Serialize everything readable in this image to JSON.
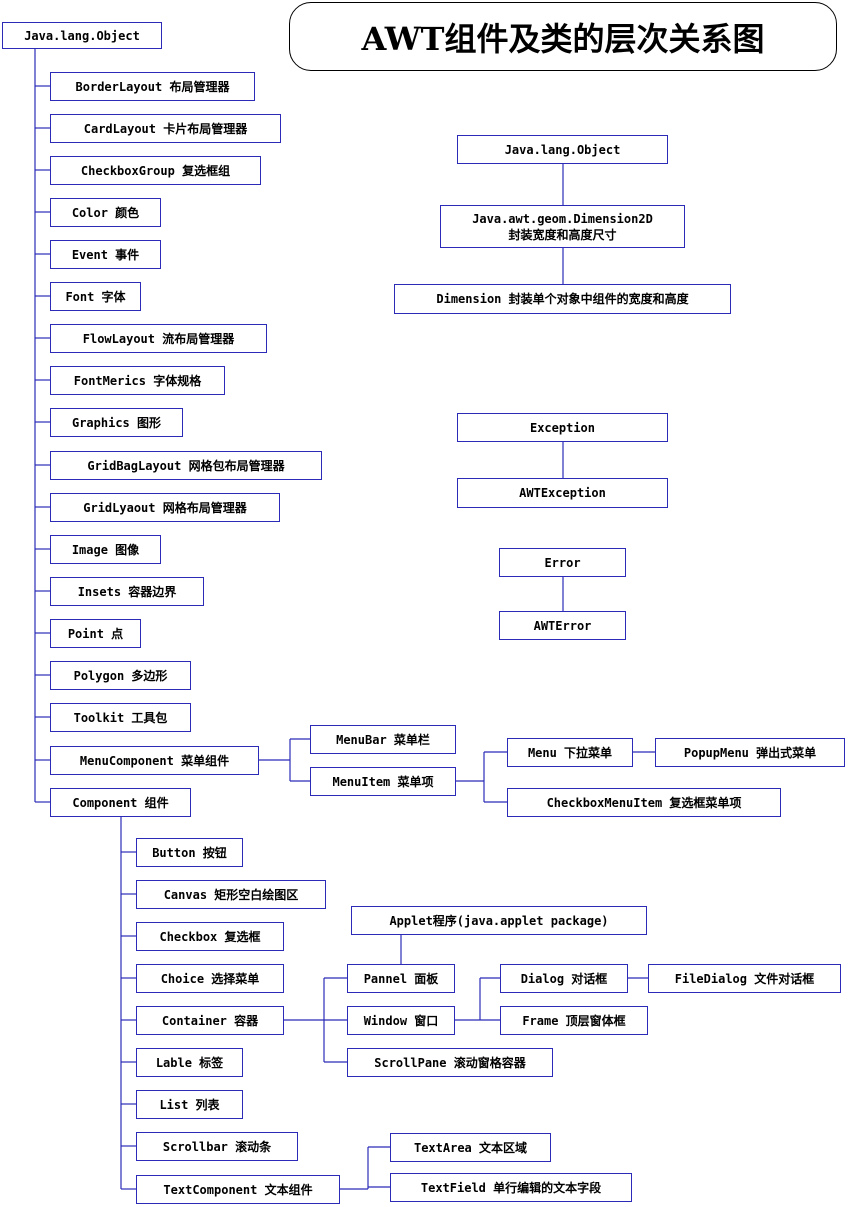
{
  "title": "AWT组件及类的层次关系图",
  "colors": {
    "box_border": "#2b2bb8",
    "wire": "#2b2bb8",
    "title_border": "#000000"
  },
  "nodes": {
    "root": "Java.lang.Object",
    "borderlayout": "BorderLayout 布局管理器",
    "cardlayout": "CardLayout 卡片布局管理器",
    "checkboxgroup": "CheckboxGroup 复选框组",
    "color": "Color 颜色",
    "event": "Event 事件",
    "font": "Font 字体",
    "flowlayout": "FlowLayout 流布局管理器",
    "fontmerics": "FontMerics 字体规格",
    "graphics": "Graphics 图形",
    "gridbaglayout": "GridBagLayout 网格包布局管理器",
    "gridlyaout": "GridLyaout 网格布局管理器",
    "image": "Image 图像",
    "insets": "Insets 容器边界",
    "point": "Point 点",
    "polygon": "Polygon 多边形",
    "toolkit": "Toolkit 工具包",
    "menucomponent": "MenuComponent 菜单组件",
    "component": "Component 组件",
    "menubar": "MenuBar 菜单栏",
    "menuitem": "MenuItem 菜单项",
    "menu": "Menu 下拉菜单",
    "popupmenu": "PopupMenu 弹出式菜单",
    "checkboxmenuitem": "CheckboxMenuItem 复选框菜单项",
    "button": "Button 按钮",
    "canvas": "Canvas 矩形空白绘图区",
    "checkbox": "Checkbox 复选框",
    "choice": "Choice 选择菜单",
    "container": "Container 容器",
    "lable": "Lable 标签",
    "list": "List 列表",
    "scrollbar": "Scrollbar 滚动条",
    "textcomponent": "TextComponent 文本组件",
    "applet": "Applet程序(java.applet package)",
    "pannel": "Pannel 面板",
    "window": "Window 窗口",
    "scrollpane": "ScrollPane 滚动窗格容器",
    "dialog": "Dialog 对话框",
    "filedialog": "FileDialog 文件对话框",
    "frame": "Frame 顶层窗体框",
    "textarea": "TextArea 文本区域",
    "textfield": "TextField 单行编辑的文本字段",
    "object2": "Java.lang.Object",
    "dimension2d_l1": "Java.awt.geom.Dimension2D",
    "dimension2d_l2": "封装宽度和高度尺寸",
    "dimension": "Dimension 封装单个对象中组件的宽度和高度",
    "exception": "Exception",
    "awtexception": "AWTException",
    "error": "Error",
    "awterror": "AWTError"
  }
}
